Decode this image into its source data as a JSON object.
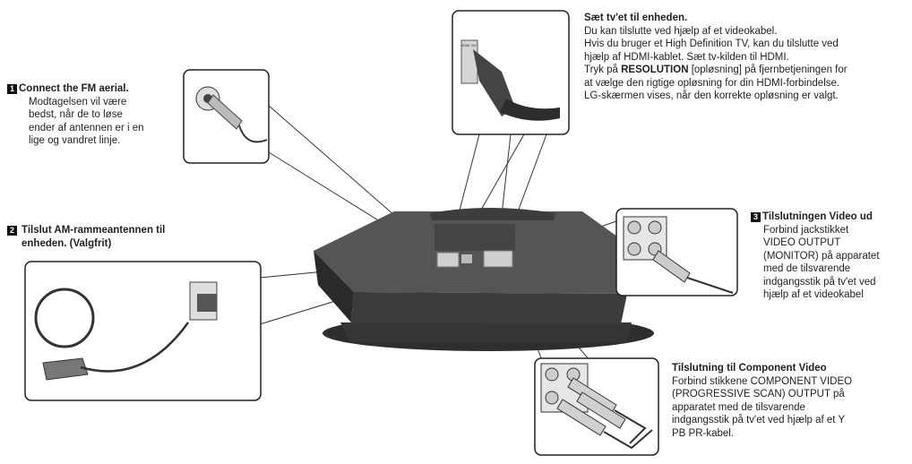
{
  "hdmi": {
    "title": "Sæt tv'et til enheden.",
    "lines": [
      "Du kan tilslutte ved hjælp af et videokabel.",
      "Hvis du bruger et High Definition TV, kan du tilslutte ved",
      "hjælp af HDMI-kablet. Sæt tv-kilden til HDMI."
    ],
    "line4_pre": "Tryk på ",
    "line4_bold": "RESOLUTION",
    "line4_post": " [opløsning] på fjernbetjeningen for",
    "lines_after": [
      "at vælge den rigtige opløsning for din HDMI-forbindelse.",
      "LG-skærmen vises, når den korrekte opløsning er valgt."
    ],
    "connector_label": "HDMI OUT"
  },
  "fm": {
    "number": "1",
    "title": "Connect the FM aerial.",
    "body": "Modtagelsen vil være\nbedst, når de to løse\nender af antennen er i en\nlige og vandret linje."
  },
  "am": {
    "number": "2",
    "title": "Tilslut AM-rammeantennen til\nenheden. (Valgfrit)"
  },
  "video_out": {
    "number": "3",
    "title": "Tilslutningen Video ud",
    "body": "Forbind jackstikket\nVIDEO OUTPUT\n(MONITOR) på apparatet\nmed de tilsvarende\nindgangsstik på tv'et ved\nhjælp af et videokabel"
  },
  "component": {
    "title": "Tilslutning til Component Video",
    "body": "Forbind stikkene COMPONENT VIDEO\n(PROGRESSIVE SCAN) OUTPUT på\napparatet med de tilsvarende\nindgangsstik på tv'et ved hjælp af et Y\nPB PR-kabel."
  },
  "colors": {
    "line": "#333333",
    "device_top": "#6e6e6e",
    "device_front": "#4a4a4a",
    "panel": "#c8c8c8",
    "box_border": "#222222"
  }
}
